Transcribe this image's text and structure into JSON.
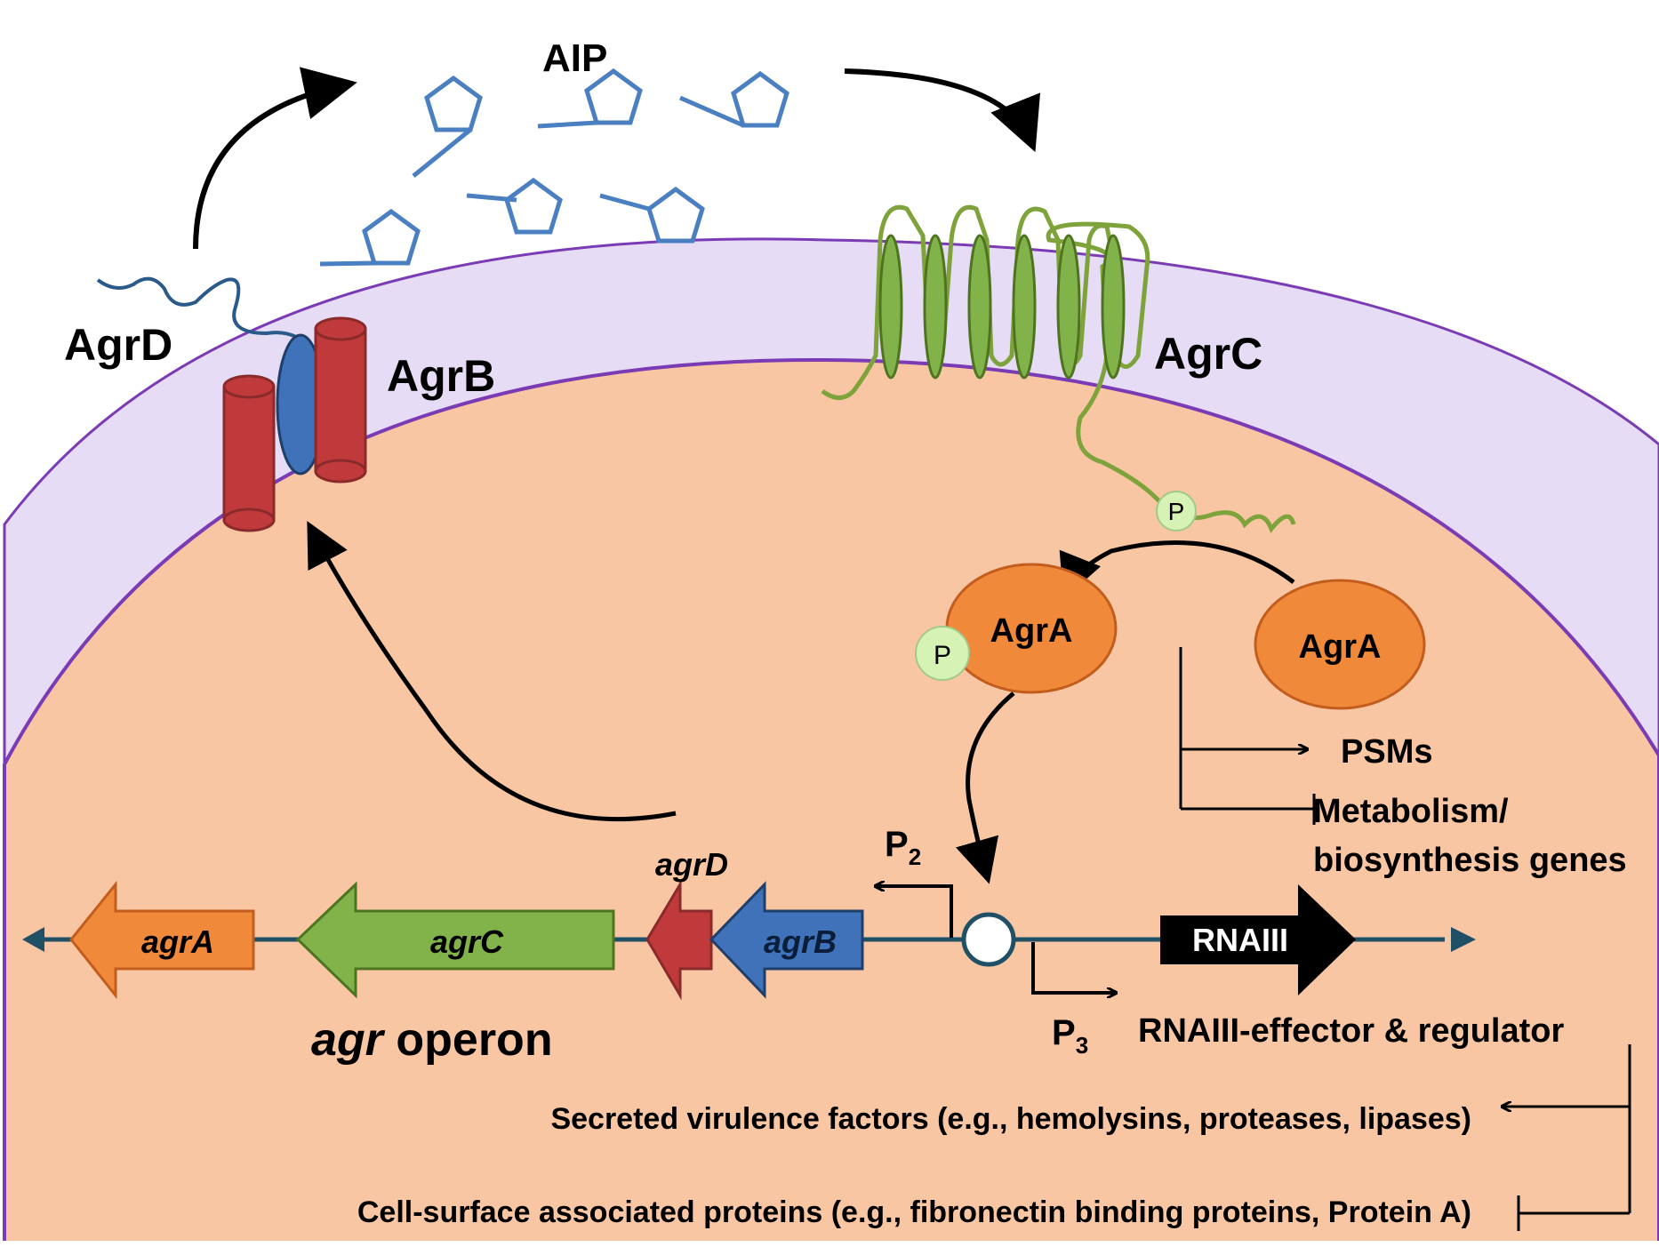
{
  "labels": {
    "aip": "AIP",
    "agrd": "AgrD",
    "agrb": "AgrB",
    "agrc": "AgrC",
    "phospho": "P",
    "agra": "AgrA",
    "psms": "PSMs",
    "metabolism_line1": "Metabolism/",
    "metabolism_line2": "biosynthesis genes",
    "p2_main": "P",
    "p2_sub": "2",
    "p3_main": "P",
    "p3_sub": "3",
    "operon_italic": "agr",
    "operon_rest": " operon",
    "rnaiii_effector": "RNAIII-effector & regulator",
    "secreted": "Secreted virulence factors (e.g.,  hemolysins, proteases, lipases)",
    "cell_surface": "Cell-surface associated proteins (e.g.,  fibronectin binding proteins, Protein A)"
  },
  "genes": {
    "agra": "agrA",
    "agrc": "agrC",
    "agrd": "agrD",
    "agrb": "agrB",
    "rnaiii": "RNAIII"
  },
  "colors": {
    "cytoplasm": "#f9c6a4",
    "membrane": "#e6dcf5",
    "membrane_edge": "#7a3bb5",
    "aip": "#4a7fc1",
    "agrb_red": "#c0393b",
    "agrb_blue": "#3f72b8",
    "agrc_green": "#7da33a",
    "agra_orange": "#f08a3a",
    "phospho": "#d6f2b5",
    "dna_line": "#1f5066",
    "gene_agra": "#f08a3a",
    "gene_agrc": "#82b34a",
    "gene_agrd": "#c0393b",
    "gene_agrb": "#3f72b8",
    "gene_rnaiii": "#000000"
  }
}
